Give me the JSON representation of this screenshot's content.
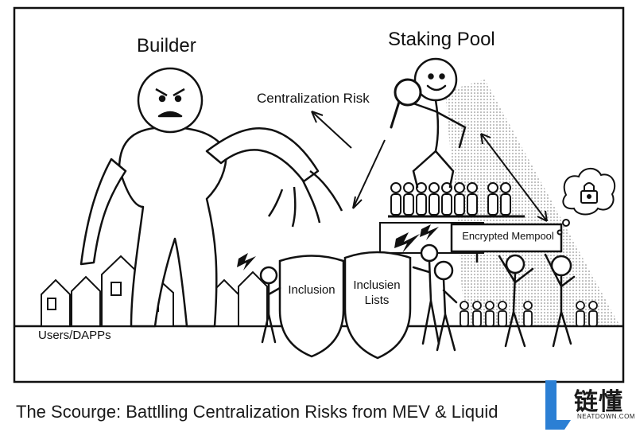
{
  "diagram": {
    "builder_label": "Builder",
    "staking_pool_label": "Staking Pool",
    "centralization_risk_label": "Centralization Risk",
    "users_label": "Users/DAPPs",
    "shield_left_label": "Inclusion",
    "shield_right_label": "Inclusien Lists",
    "sign_label": "Encryрted Mempool"
  },
  "caption": "The Scourge: Battlling Centralization Risks from MEV & Liquid",
  "logo": {
    "text": "链懂",
    "subtext": "NEATDOWN.COM",
    "accent_color": "#2b7fd4"
  }
}
